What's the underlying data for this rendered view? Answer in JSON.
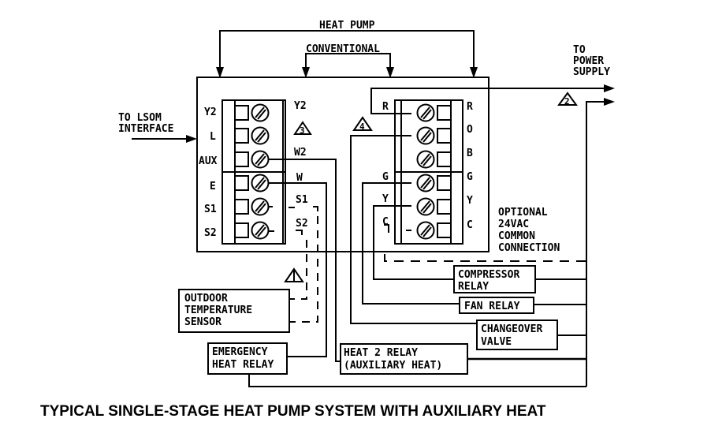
{
  "diagram": {
    "caption": "TYPICAL SINGLE-STAGE HEAT PUMP SYSTEM WITH AUXILIARY HEAT",
    "top_labels": {
      "heat_pump": "HEAT PUMP",
      "conventional": "CONVENTIONAL"
    },
    "external": {
      "lsom_line1": "TO LSOM",
      "lsom_line2": "INTERFACE",
      "power_line1": "TO",
      "power_line2": "POWER",
      "power_line3": "SUPPLY"
    },
    "left_terminal_block": {
      "outer_labels": [
        "Y2",
        "L",
        "AUX",
        "E",
        "S1",
        "S2"
      ],
      "inner_labels": [
        "Y2",
        "W2",
        "W",
        "S1",
        "S2"
      ]
    },
    "right_terminal_block": {
      "outer_left_labels": [
        "R",
        "G",
        "Y",
        "C"
      ],
      "outer_right_labels": [
        "R",
        "O",
        "B",
        "G",
        "Y",
        "C"
      ]
    },
    "notes": {
      "note_2": "2",
      "note_3": "3",
      "note_4": "4",
      "note_1": "1"
    },
    "optional_common": [
      "OPTIONAL",
      "24VAC",
      "COMMON",
      "CONNECTION"
    ],
    "components": {
      "compressor_relay": [
        "COMPRESSOR",
        "RELAY"
      ],
      "fan_relay": [
        "FAN RELAY"
      ],
      "changeover_valve": [
        "CHANGEOVER",
        "VALVE"
      ],
      "heat2_relay": [
        "HEAT 2 RELAY",
        "(AUXILIARY HEAT)"
      ],
      "emergency_heat_relay": [
        "EMERGENCY",
        "HEAT RELAY"
      ],
      "outdoor_sensor": [
        "OUTDOOR",
        "TEMPERATURE",
        "SENSOR"
      ]
    }
  }
}
